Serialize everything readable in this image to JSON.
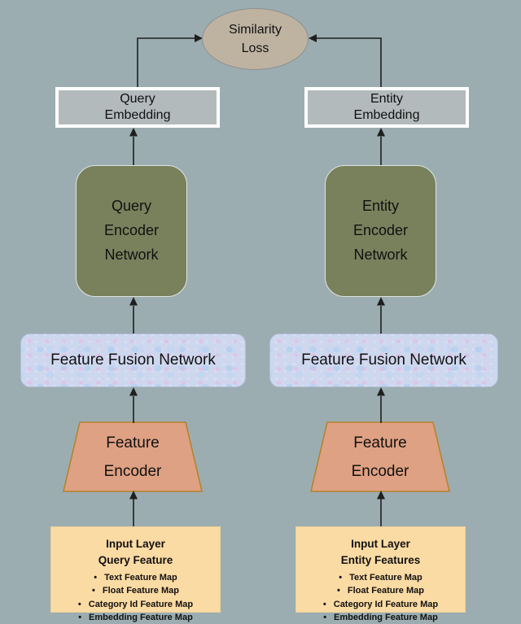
{
  "colors": {
    "background": "#9badb1",
    "line": "#1f1f1f",
    "text": "#111111",
    "loss-fill": "#beb3a1",
    "loss-border": "#8f8f8f",
    "embedding-fill": "#b3babc",
    "embedding-border": "#ffffff",
    "encoder-fill": "#78815c",
    "encoder-border": "#dfe5df",
    "fusion-fill": "#cdd7ee",
    "feature-encoder-fill": "#dfa183",
    "feature-encoder-border": "#b5832f",
    "input-fill": "#fbdba4",
    "input-border": "#eccf98"
  },
  "loss_node": {
    "label": "Similarity\nLoss"
  },
  "query_branch": {
    "embedding_label": "Query\nEmbedding",
    "encoder_label": "Query\nEncoder\nNetwork",
    "fusion_label": "Feature Fusion Network",
    "feature_encoder_label": "Feature\nEncoder",
    "input": {
      "title": "Input Layer\nQuery Feature",
      "items": [
        "Text Feature Map",
        "Float Feature Map",
        "Category Id Feature Map",
        "Embedding Feature Map"
      ]
    }
  },
  "entity_branch": {
    "embedding_label": "Entity\nEmbedding",
    "encoder_label": "Entity\nEncoder\nNetwork",
    "fusion_label": "Feature Fusion Network",
    "feature_encoder_label": "Feature\nEncoder",
    "input": {
      "title": "Input Layer\nEntity Features",
      "items": [
        "Text Feature Map",
        "Float Feature Map",
        "Category Id Feature Map",
        "Embedding Feature Map"
      ]
    }
  }
}
